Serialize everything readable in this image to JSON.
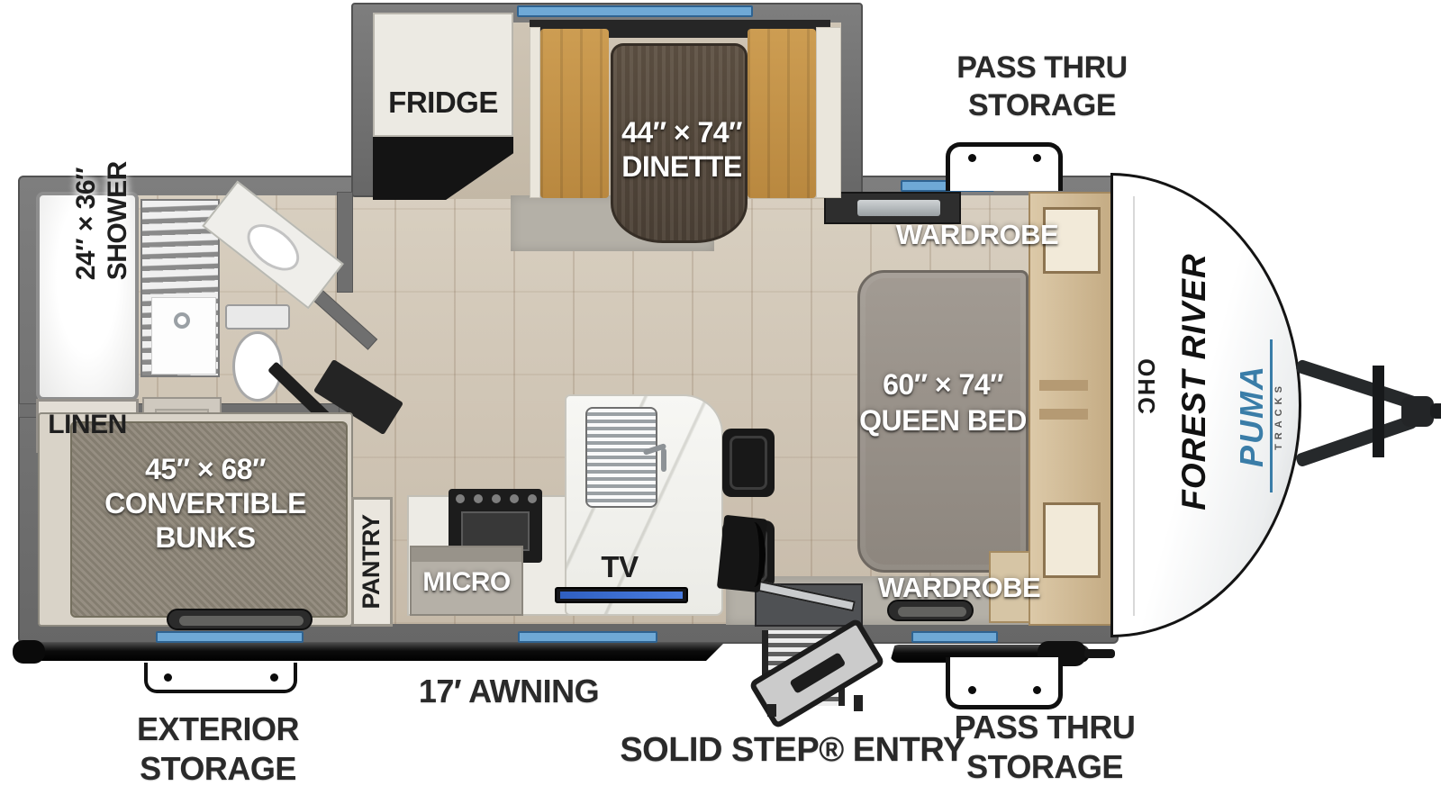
{
  "title": "Travel trailer floor plan",
  "colors": {
    "window_blue": "#6fa9d6",
    "logo_blue": "#3a7da8",
    "wall_gray": "#6f6f6f",
    "label_dark": "#2a2a2a"
  },
  "brand": {
    "manufacturer": "FOREST RIVER",
    "model": "PUMA",
    "series": "TRACKS"
  },
  "exterior": {
    "pass_thru_top": {
      "line1": "PASS THRU",
      "line2": "STORAGE"
    },
    "pass_thru_bottom": {
      "line1": "PASS THRU",
      "line2": "STORAGE"
    },
    "exterior_storage": {
      "line1": "EXTERIOR",
      "line2": "STORAGE"
    },
    "awning": "17′ AWNING",
    "entry": "SOLID STEP® ENTRY"
  },
  "rooms": {
    "fridge": "FRIDGE",
    "dinette": {
      "size": "44″ × 74″",
      "name": "DINETTE"
    },
    "wardrobe_top": "WARDROBE",
    "wardrobe_bottom": "WARDROBE",
    "queen": {
      "size": "60″ × 74″",
      "name": "QUEEN BED"
    },
    "shower": {
      "size": "24″ × 36″",
      "name": "SHOWER"
    },
    "linen": "LINEN",
    "bunks": {
      "size": "45″ × 68″",
      "line2": "CONVERTIBLE",
      "line3": "BUNKS"
    },
    "pantry": "PANTRY",
    "micro": "MICRO",
    "tv": "TV",
    "ohc": "OHC"
  }
}
